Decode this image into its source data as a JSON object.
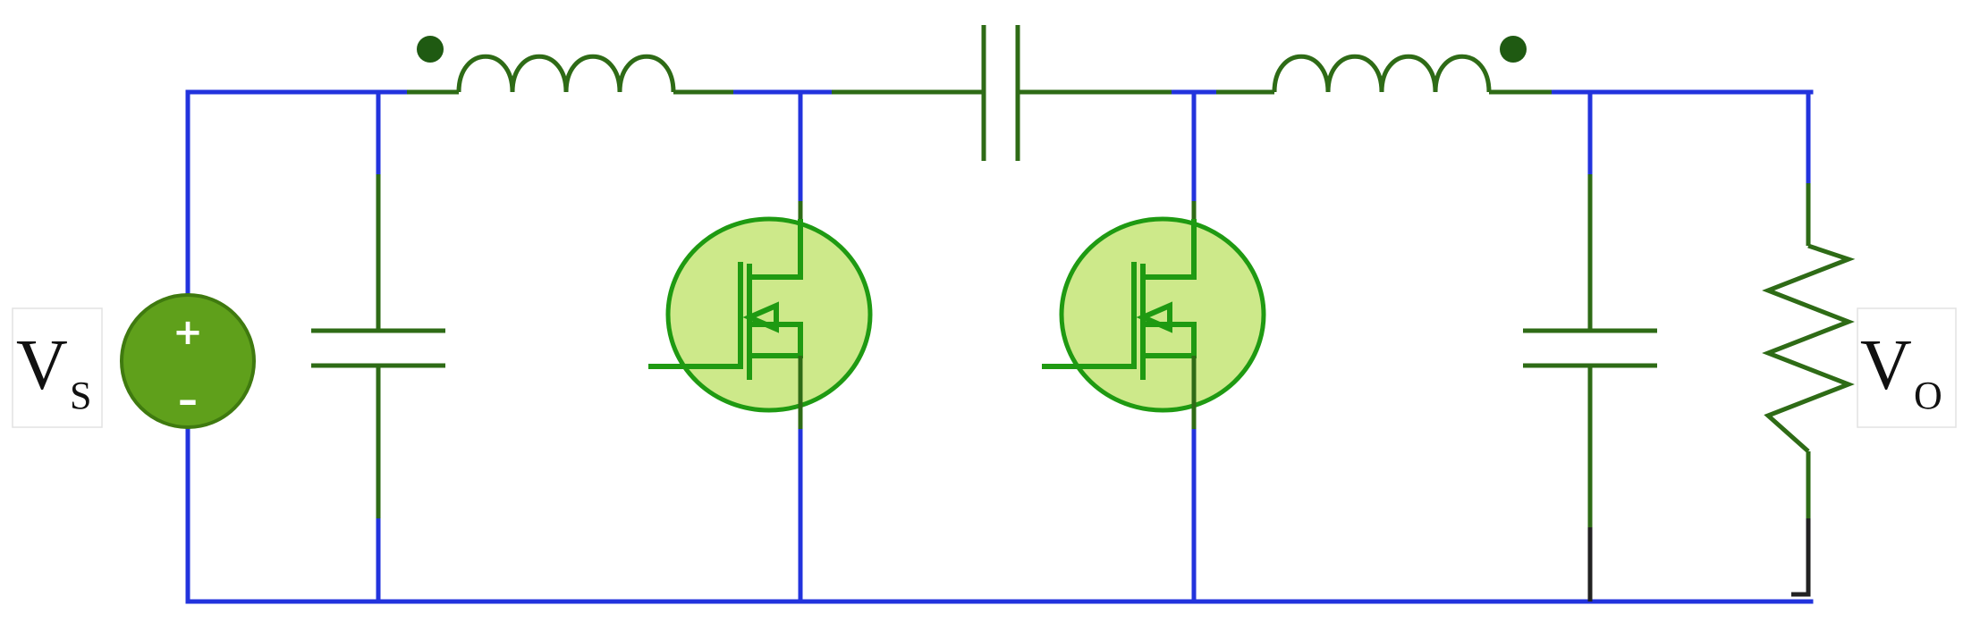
{
  "labels": {
    "input_main": "V",
    "input_sub": "S",
    "output_main": "V",
    "output_sub": "O"
  },
  "source": {
    "plus": "+",
    "minus": "–"
  },
  "colors": {
    "wire": "#2233dd",
    "component": "#2e6b16",
    "source_fill": "#5fa01b",
    "mosfet_fill": "#cde98a",
    "mosfet_stroke": "#1f9a12",
    "ground_tail": "#222222"
  },
  "icons": [
    "voltage-source-icon",
    "capacitor-icon",
    "inductor-icon",
    "mosfet-icon",
    "resistor-icon",
    "polarity-dot-icon"
  ]
}
